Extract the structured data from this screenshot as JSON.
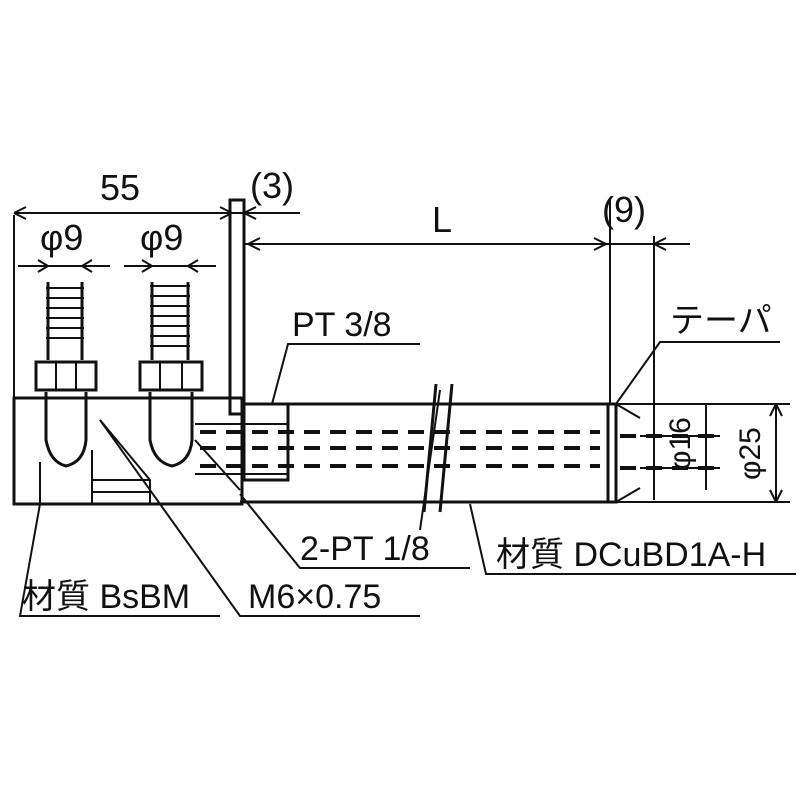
{
  "dimensions": {
    "overall_width": "55",
    "gap": "(3)",
    "length": "L",
    "end": "(9)",
    "hose_left": "φ9",
    "hose_right": "φ9",
    "inner_dia": "φ16",
    "outer_dia": "φ25"
  },
  "callouts": {
    "inlet_thread": "PT 3/8",
    "taper": "テーパ",
    "port_thread": "2-PT 1/8",
    "body_material": "材質 BsBM",
    "screw": "M6×0.75",
    "tip_material": "材質 DCuBD1A-H"
  }
}
